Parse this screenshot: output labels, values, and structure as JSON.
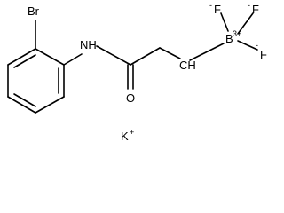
{
  "molecule": {
    "atoms": {
      "bromine": "Br",
      "amide_nh": "NH",
      "carbonyl_oxygen": "O",
      "ch_carbon": "CH",
      "boron": "B",
      "boron_charge": "3+",
      "fluorine_1": "F",
      "fluorine_1_charge": "-",
      "fluorine_2": "F",
      "fluorine_2_charge": "-",
      "fluorine_3": "F",
      "fluorine_3_charge": "-",
      "potassium": "K",
      "potassium_charge": "+"
    }
  }
}
